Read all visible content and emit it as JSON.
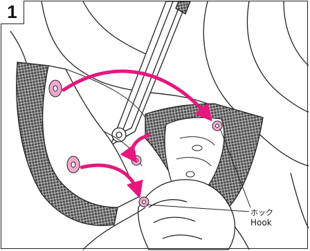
{
  "step": {
    "number": "1"
  },
  "labels": {
    "hook_ja": "ホック",
    "hook_en": "Hook"
  },
  "colors": {
    "arrow": "#e8167d",
    "snap_fill": "#f3a9cf",
    "line": "#222222"
  }
}
